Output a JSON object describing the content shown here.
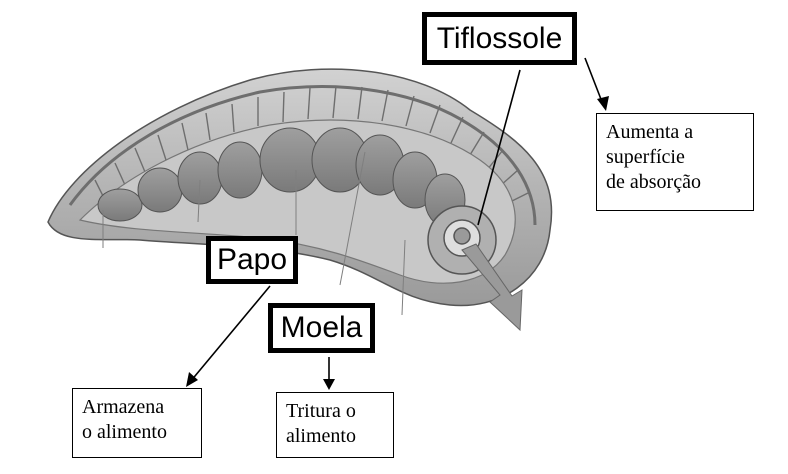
{
  "labels": {
    "tiflossole": "Tiflossole",
    "papo": "Papo",
    "moela": "Moela"
  },
  "notes": {
    "tiflossole": [
      "Aumenta a",
      "superfície",
      "de absorção"
    ],
    "papo": [
      "Armazena",
      "o alimento"
    ],
    "moela": [
      "Tritura o",
      "alimento"
    ]
  },
  "colors": {
    "body_fill": "#bdbdbd",
    "body_dark": "#8c8c8c",
    "segment_line": "#6e6e6e",
    "arrow_fill": "#9a9a9a"
  }
}
